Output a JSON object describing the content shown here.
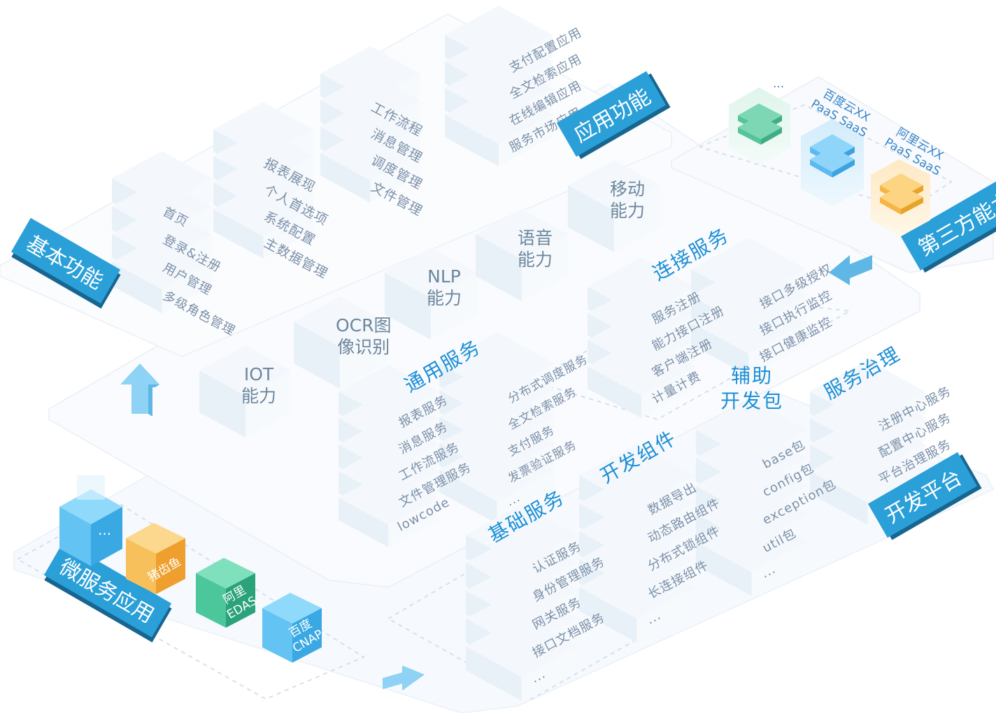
{
  "tags": {
    "basic": "基本功能",
    "app": "应用功能",
    "third": "第三方能力",
    "micro": "微服务应用",
    "platform": "开发平台"
  },
  "basic_cols": [
    [
      "首页",
      "登录&注册",
      "用户管理",
      "多级角色管理"
    ],
    [
      "报表展现",
      "个人首选项",
      "系统配置",
      "主数据管理"
    ],
    [
      "工作流程",
      "消息管理",
      "调度管理",
      "文件管理"
    ],
    [
      "支付配置应用",
      "全文检索应用",
      "在线编辑应用",
      "服务市场应用"
    ]
  ],
  "capabilities": {
    "iot": [
      "IOT",
      "能力"
    ],
    "ocr": [
      "OCR图",
      "像识别"
    ],
    "nlp": [
      "NLP",
      "能力"
    ],
    "voice": [
      "语音",
      "能力"
    ],
    "mobile": [
      "移动",
      "能力"
    ]
  },
  "sections": {
    "general": {
      "title": "通用服务",
      "col1": [
        "报表服务",
        "消息服务",
        "工作流服务",
        "文件管理服务",
        "lowcode"
      ],
      "col2": [
        "分布式调度服务",
        "全文检索服务",
        "支付服务",
        "发票验证服务",
        "..."
      ]
    },
    "connect": {
      "title": "连接服务",
      "col1": [
        "服务注册",
        "能力接口注册",
        "客户端注册",
        "计量计费"
      ],
      "col2": [
        "接口多级授权",
        "接口执行监控",
        "接口健康监控"
      ]
    },
    "base": {
      "title": "基础服务",
      "items": [
        "认证服务",
        "身份管理服务",
        "网关服务",
        "接口文档服务",
        "..."
      ]
    },
    "devcomp": {
      "title": "开发组件",
      "items": [
        "数据导出",
        "动态路由组件",
        "分布式锁组件",
        "长连接组件",
        "..."
      ]
    },
    "aux": {
      "title": "辅助开发包",
      "title_lines": [
        "辅助",
        "开发包"
      ],
      "items": [
        "base包",
        "config包",
        "exception包",
        "util包",
        "..."
      ]
    },
    "govern": {
      "title": "服务治理",
      "items": [
        "注册中心服务",
        "配置中心服务",
        "平台治理服务",
        "..."
      ]
    }
  },
  "third_party": {
    "more": "...",
    "baidu": [
      "百度云XX",
      "PaaS SaaS"
    ],
    "ali": [
      "阿里云XX",
      "PaaS SaaS"
    ]
  },
  "micro_apps": {
    "more": "...",
    "zcy": "猪齿鱼",
    "edas": [
      "阿里",
      "EDAS"
    ],
    "cnap": [
      "百度",
      "CNAP"
    ]
  },
  "colors": {
    "tag": "#2a9fd8",
    "cube_blue": "#5bc0ef",
    "cube_orange": "#f8bd4d",
    "cube_green": "#4cc69b"
  }
}
